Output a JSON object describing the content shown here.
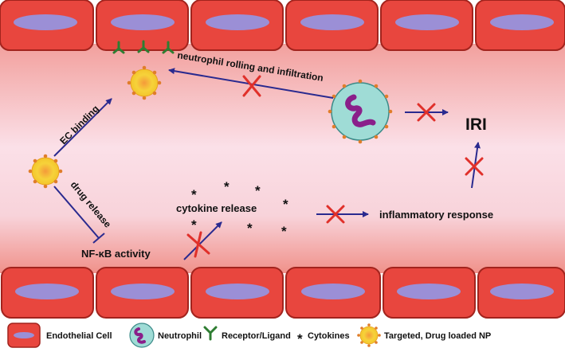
{
  "labels": {
    "ec_binding": "EC binding",
    "drug_release": "drug release",
    "neutrophil_rolling": "neutrophil rolling and infiltration",
    "cytokine_release": "cytokine release",
    "nfkb_activity": "NF-κB activity",
    "inflammatory_response": "inflammatory response",
    "iri": "IRI"
  },
  "legend": {
    "endothelial_cell": "Endothelial Cell",
    "neutrophil": "Neutrophil",
    "receptor_ligand": "Receptor/Ligand",
    "cytokines": "Cytokines",
    "nanoparticle": "Targeted, Drug loaded NP"
  },
  "colors": {
    "cell_fill": "#e8463e",
    "cell_stroke": "#a2231d",
    "nucleus": "#9b8fd6",
    "arrow": "#2a2a8f",
    "block_x": "#e0302a",
    "neutrophil_fill": "#9fdcd6",
    "neutrophil_nucleus": "#8a1f8a",
    "np_fill": "#f6d23a",
    "np_dots": "#e07d2a",
    "receptor": "#2e7d32"
  }
}
